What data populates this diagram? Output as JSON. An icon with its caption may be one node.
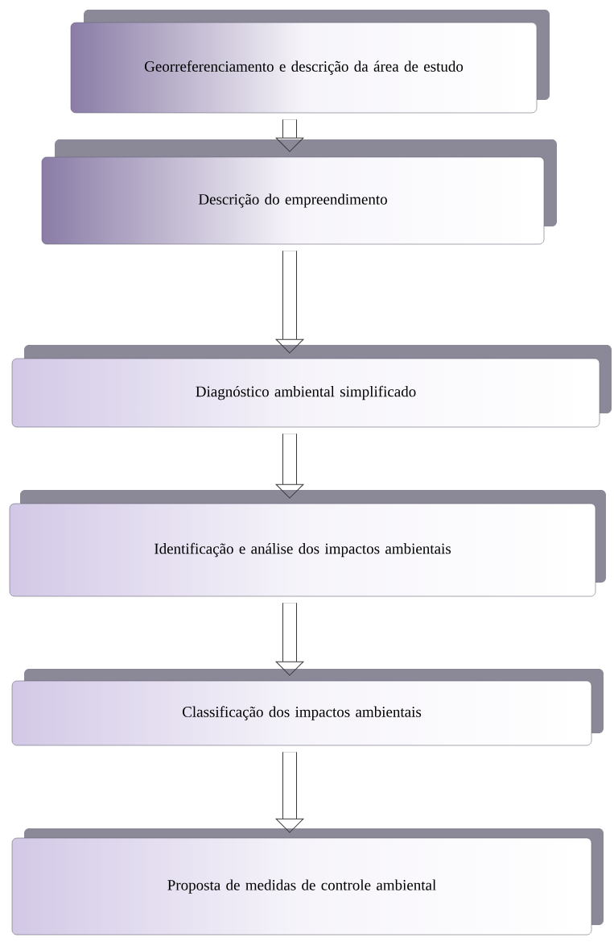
{
  "diagram": {
    "nodes": [
      {
        "text": [
          "Georreferenciamento e descrição da área de estudo"
        ]
      },
      {
        "text": [
          "Descrição do empreendimento"
        ]
      },
      {
        "text": [
          "Diagnóstico ambiental simplificado"
        ]
      },
      {
        "text": [
          "Identificação e análise dos impactos ambientais"
        ]
      },
      {
        "text": [
          "Classificação dos impactos ambientais"
        ]
      },
      {
        "text": [
          "Proposta de medidas de controle ambiental"
        ]
      }
    ],
    "edges": [
      {
        "from": 0,
        "to": 1,
        "arrow": "to"
      },
      {
        "from": 1,
        "to": 2,
        "arrow": "to"
      },
      {
        "from": 2,
        "to": 3,
        "arrow": "to"
      },
      {
        "from": 3,
        "to": 4,
        "arrow": "to"
      },
      {
        "from": 4,
        "to": 5,
        "arrow": "to"
      }
    ]
  }
}
